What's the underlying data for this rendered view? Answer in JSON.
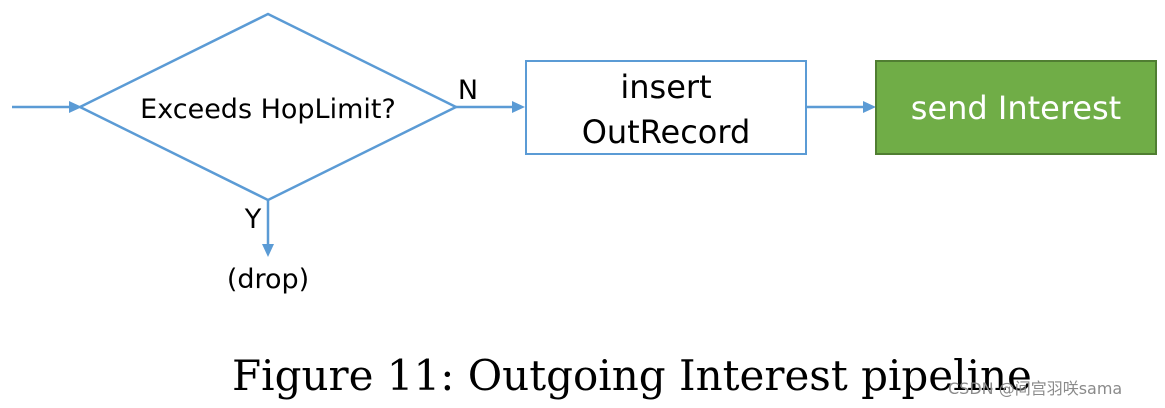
{
  "flow": {
    "decision": {
      "label": "Exceeds HopLimit?",
      "yes_label": "Y",
      "no_label": "N"
    },
    "drop_label": "(drop)",
    "insert_box": {
      "line1": "insert",
      "line2": "OutRecord"
    },
    "send_box": {
      "label": "send Interest"
    }
  },
  "caption": "Figure 11: Outgoing Interest pipeline",
  "watermark": "CSDN @间宫羽咲sama",
  "colors": {
    "connector": "#5b9bd5",
    "decision_border": "#5b9bd5",
    "insert_border": "#5b9bd5",
    "send_fill": "#70ad47",
    "send_border": "#507e32",
    "send_text": "#ffffff"
  }
}
